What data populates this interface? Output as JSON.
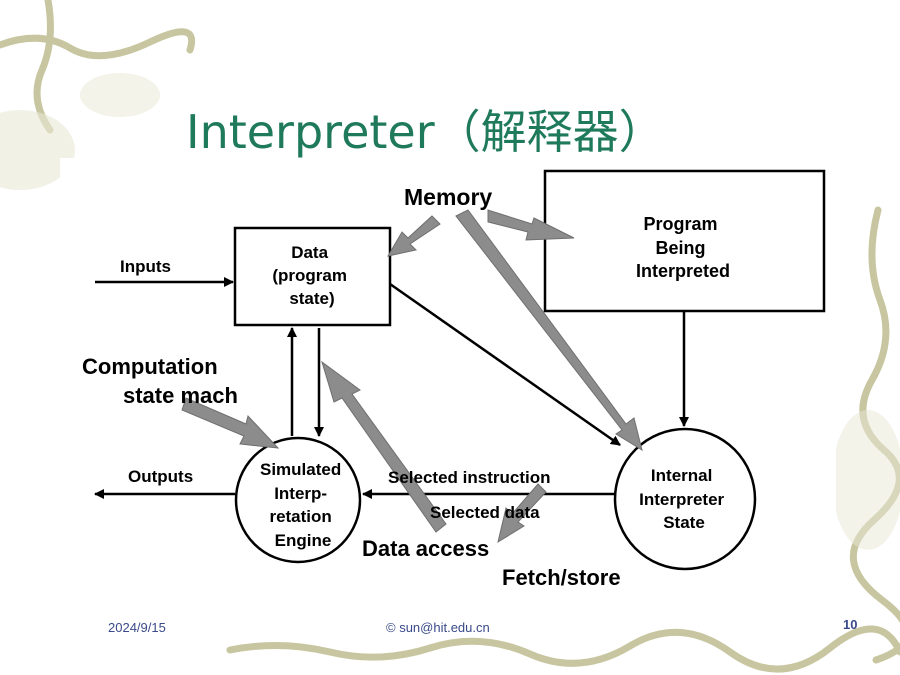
{
  "slide": {
    "title": "Interpreter（解释器）",
    "date": "2024/9/15",
    "copyright": "© sun@hit.edu.cn",
    "page_number": "10"
  },
  "diagram": {
    "memory_label": "Memory",
    "data_box": [
      "Data",
      "(program",
      "state)"
    ],
    "program_box": [
      "Program",
      "Being",
      "Interpreted"
    ],
    "engine_circle": [
      "Simulated",
      "Interp-",
      "retation",
      "Engine"
    ],
    "state_circle": [
      "Internal",
      "Interpreter",
      "State"
    ],
    "inputs_label": "Inputs",
    "outputs_label": "Outputs",
    "computation_label": [
      "Computation",
      "state mach"
    ],
    "selected_instruction": "Selected instruction",
    "selected_data": "Selected data",
    "data_access": "Data access",
    "fetch_store": "Fetch/store"
  },
  "colors": {
    "title": "#1f7a5c",
    "footer": "#3a4a8a",
    "pointer_gray": "#8c8c8c",
    "vine": "#c8c6a0"
  }
}
